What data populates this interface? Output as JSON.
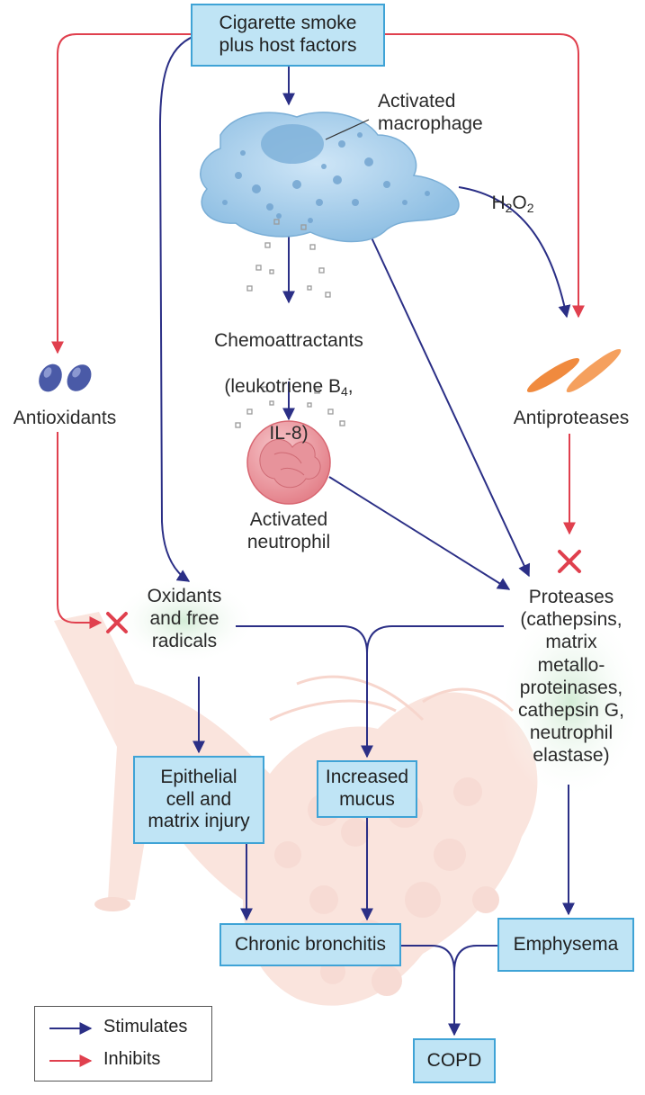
{
  "colors": {
    "stimulates": "#2b2f86",
    "inhibits": "#e0404e",
    "box_fill": "#bfe4f5",
    "box_border": "#3fa3d6"
  },
  "boxes": {
    "source": "Cigarette smoke\nplus host factors",
    "epithelial": "Epithelial\ncell and\nmatrix injury",
    "mucus": "Increased\nmucus",
    "bronchitis": "Chronic bronchitis",
    "emphysema": "Emphysema",
    "copd": "COPD"
  },
  "labels": {
    "macrophage": "Activated\nmacrophage",
    "h2o2": {
      "h": "H",
      "sub1": "2",
      "o": "O",
      "sub2": "2"
    },
    "chemoattractants_l1": "Chemoattractants",
    "chemoattractants_l2a": "(leukotriene B",
    "chemoattractants_l2sub": "4",
    "chemoattractants_l2b": ",",
    "chemoattractants_l3": "IL-8)",
    "neutrophil": "Activated\nneutrophil",
    "antioxidants": "Antioxidants",
    "antiproteases": "Antiproteases",
    "oxidants": "Oxidants\nand free\nradicals",
    "proteases": "Proteases\n(cathepsins,\nmatrix\nmetallo-\nproteinases,\ncathepsin G,\nneutrophil\nelastase)"
  },
  "legend": {
    "stimulates": "Stimulates",
    "inhibits": "Inhibits"
  },
  "icons": [
    "macrophage-cell-icon",
    "neutrophil-cell-icon",
    "antioxidant-molecules-icon",
    "antiprotease-molecules-icon",
    "inhibition-x-icon",
    "lung-airway-background"
  ]
}
